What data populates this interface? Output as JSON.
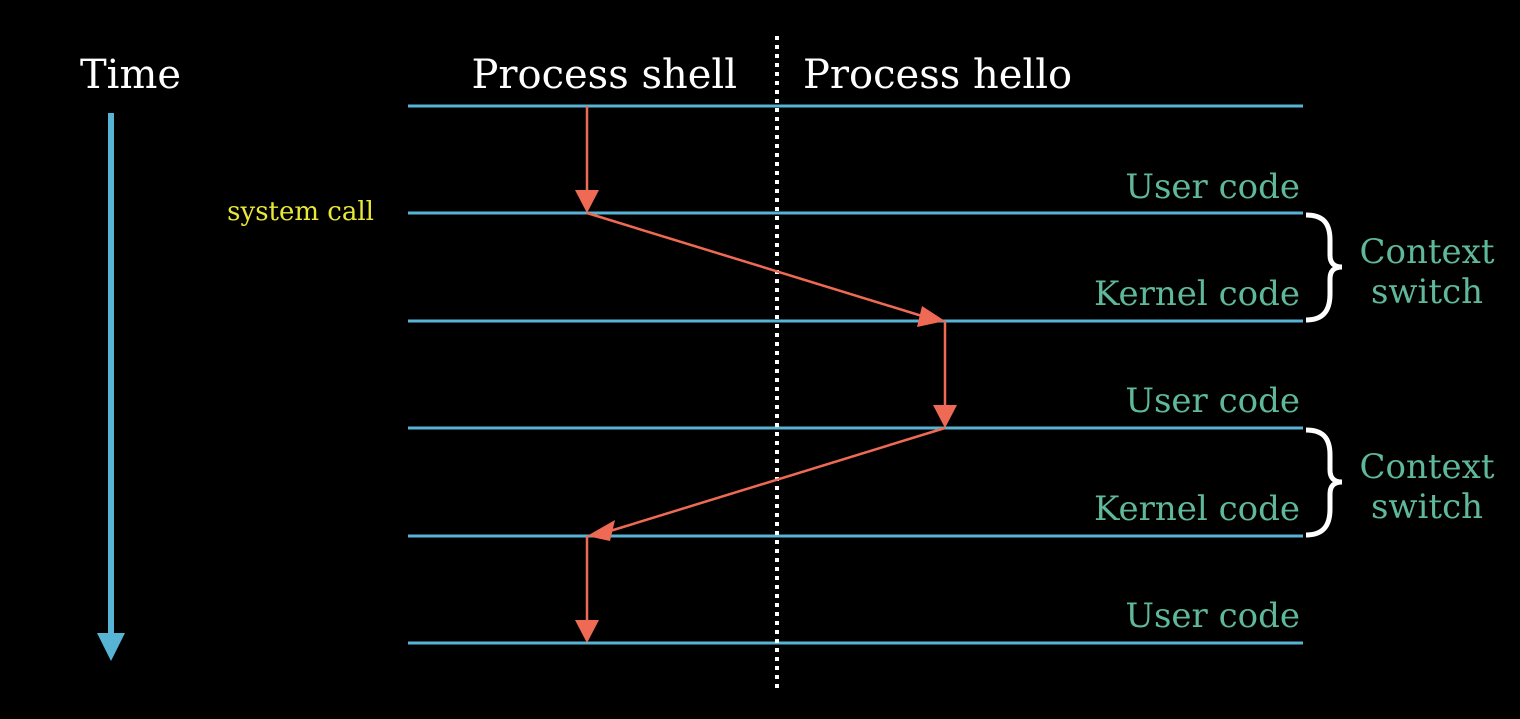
{
  "header": {
    "time_label": "Time",
    "process_left_label": "Process shell",
    "process_right_label": "Process hello"
  },
  "event_label": "system call",
  "code_labels": [
    "User code",
    "Kernel code",
    "User code",
    "Kernel code",
    "User code"
  ],
  "context_switches": [
    {
      "line1": "Context",
      "line2": "switch"
    },
    {
      "line1": "Context",
      "line2": "switch"
    }
  ],
  "colors": {
    "background": "#000000",
    "timeline": "#57b4d4",
    "divider": "#ffffff",
    "flow_arrow": "#ef6a55",
    "label_text": "#5fb89a",
    "event_text": "#e8e838",
    "title_text": "#ffffff"
  }
}
